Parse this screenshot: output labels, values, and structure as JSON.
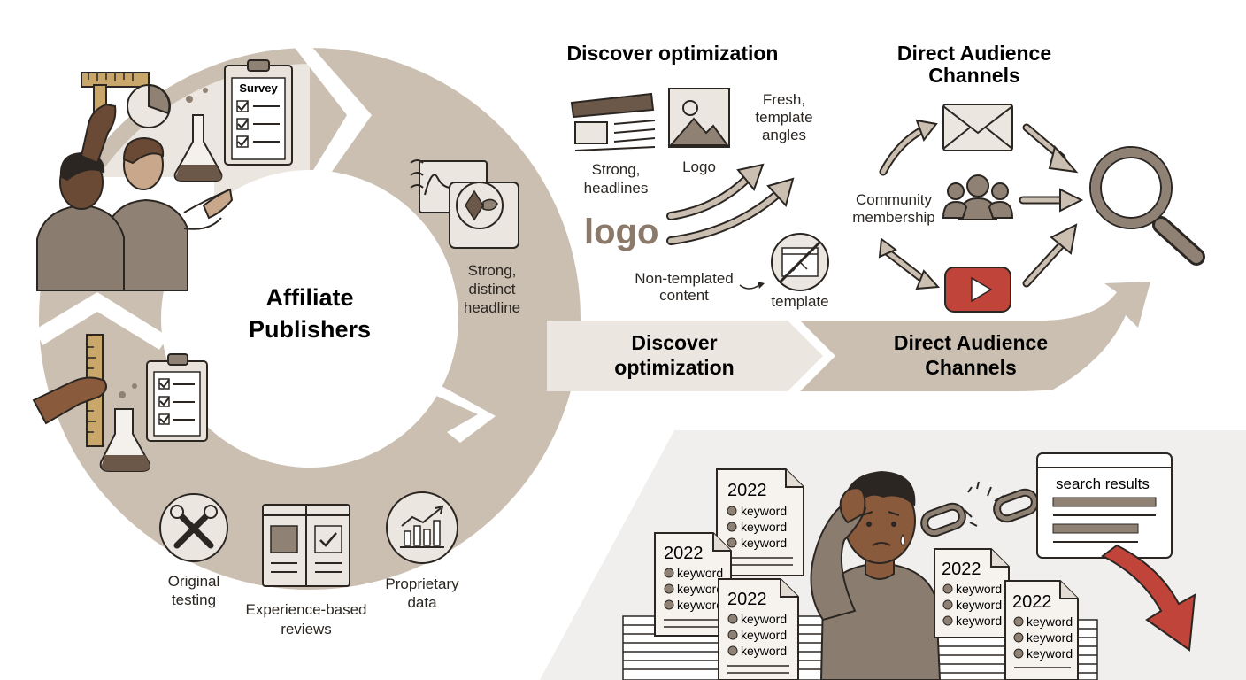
{
  "colors": {
    "ring": "#cbbfb2",
    "ring_light": "#ebe6df",
    "ink": "#2b2622",
    "skin_dark": "#6b4a35",
    "skin_light": "#c9a78a",
    "shirt": "#8f8275",
    "panel": "#f0efed",
    "red": "#c0443a",
    "logo_text": "#8b7a6a"
  },
  "cycle": {
    "center_title_line1": "Affiliate",
    "center_title_line2": "Publishers",
    "survey_label": "Survey",
    "headline_line1": "Strong,",
    "headline_line2": "distinct",
    "headline_line3": "headline",
    "items": [
      {
        "line1": "Original",
        "line2": "testing",
        "icon": "tools-icon"
      },
      {
        "line1": "Experience-based",
        "line2": "reviews",
        "icon": "review-book-icon"
      },
      {
        "line1": "Proprietary",
        "line2": "data",
        "icon": "bar-chart-icon"
      }
    ]
  },
  "discover": {
    "title": "Discover optimization",
    "strong_line1": "Strong,",
    "strong_line2": "headlines",
    "logo_caption": "Logo",
    "logo_word": "logo",
    "fresh_line1": "Fresh,",
    "fresh_line2": "template",
    "fresh_line3": "angles",
    "nontemplated_line1": "Non-templated",
    "nontemplated_line2": "content",
    "template_label": "template"
  },
  "direct": {
    "title_line1": "Direct Audience",
    "title_line2": "Channels",
    "community_line1": "Community",
    "community_line2": "membership"
  },
  "flow_arrow": {
    "left_line1": "Discover",
    "left_line2": "optimization",
    "right_line1": "Direct Audience",
    "right_line2": "Channels"
  },
  "problem": {
    "search_results_label": "search results",
    "documents": [
      {
        "year": "2022",
        "lines": [
          "keyword",
          "keyword",
          "keyword"
        ]
      },
      {
        "year": "2022",
        "lines": [
          "keyword",
          "keyword",
          "keyword"
        ]
      },
      {
        "year": "2022",
        "lines": [
          "keyword",
          "keyword",
          "keyword"
        ]
      },
      {
        "year": "2022",
        "lines": [
          "keyword",
          "keyword",
          "keyword"
        ]
      },
      {
        "year": "2022",
        "lines": [
          "keyword",
          "keyword",
          "keyword"
        ]
      }
    ]
  }
}
